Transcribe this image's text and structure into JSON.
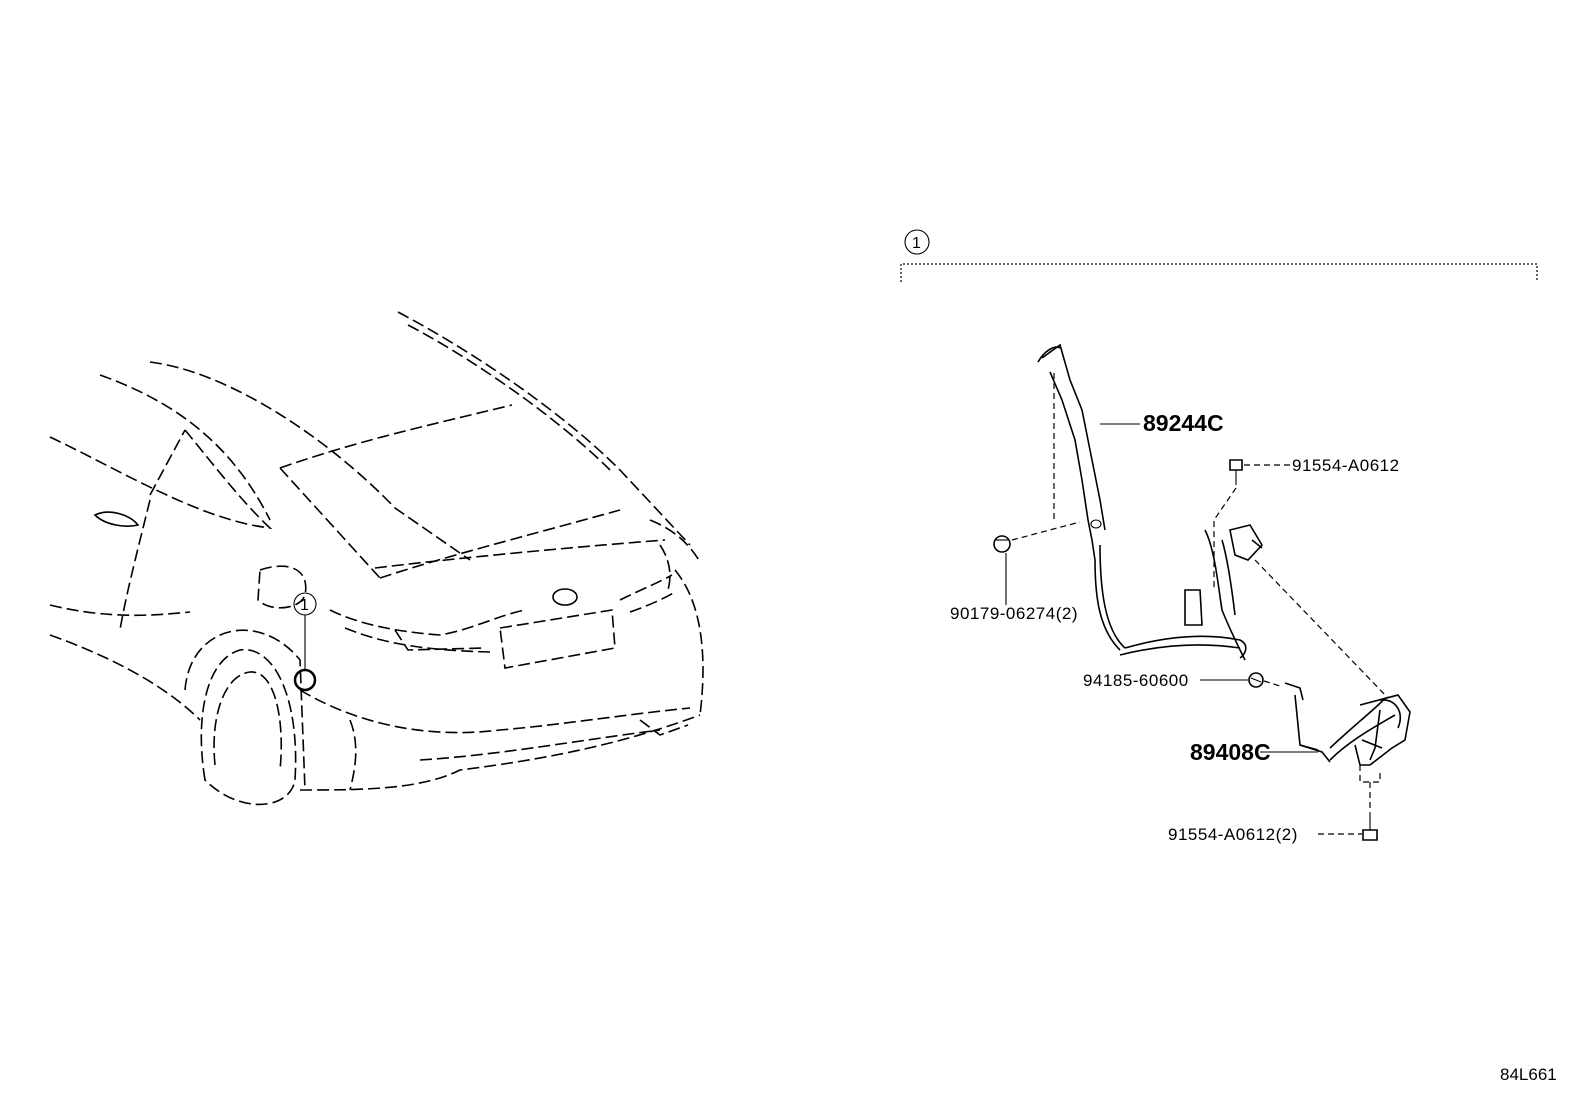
{
  "diagram": {
    "callout_main": "1",
    "callout_car": "1",
    "parts": {
      "p89244c": "89244C",
      "p91554_a0612": "91554-A0612",
      "p90179": "90179-06274(2)",
      "p94185": "94185-60600",
      "p89408c": "89408C",
      "p91554_a0612_2": "91554-A0612(2)"
    },
    "illustration_code": "84L661"
  }
}
